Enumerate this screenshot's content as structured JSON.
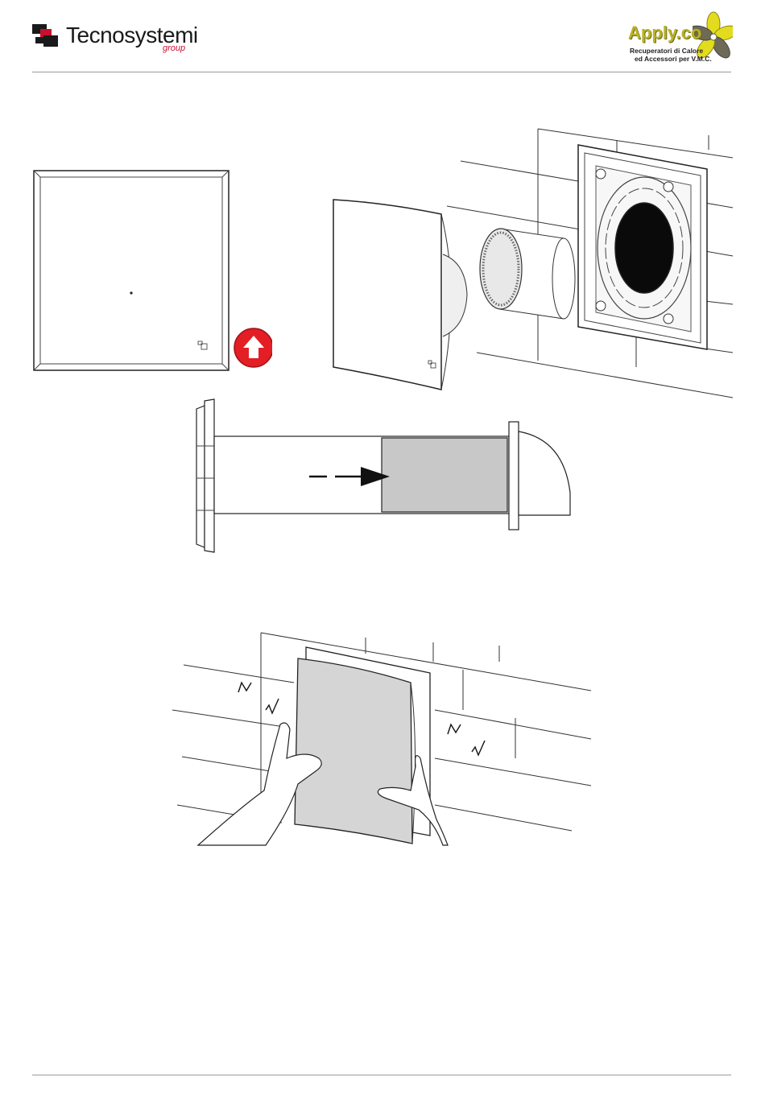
{
  "header": {
    "brand_left_name": "Tecnosystemi",
    "brand_left_sub": "group",
    "brand_right_name": "Apply.co",
    "brand_right_tagline_1": "Recuperatori di Calore",
    "brand_right_tagline_2": "ed Accessori per V.M.C."
  },
  "colors": {
    "brand_red": "#c8102e",
    "apply_yellow": "#e3dc1e",
    "arrow_red": "#e31e24",
    "filter_gray": "#c8c8c8"
  },
  "figures": [
    {
      "name": "front-cover-view"
    },
    {
      "name": "exploded-assembly-view"
    },
    {
      "name": "filter-insertion-side-view"
    },
    {
      "name": "cover-removal-hands-view"
    }
  ]
}
